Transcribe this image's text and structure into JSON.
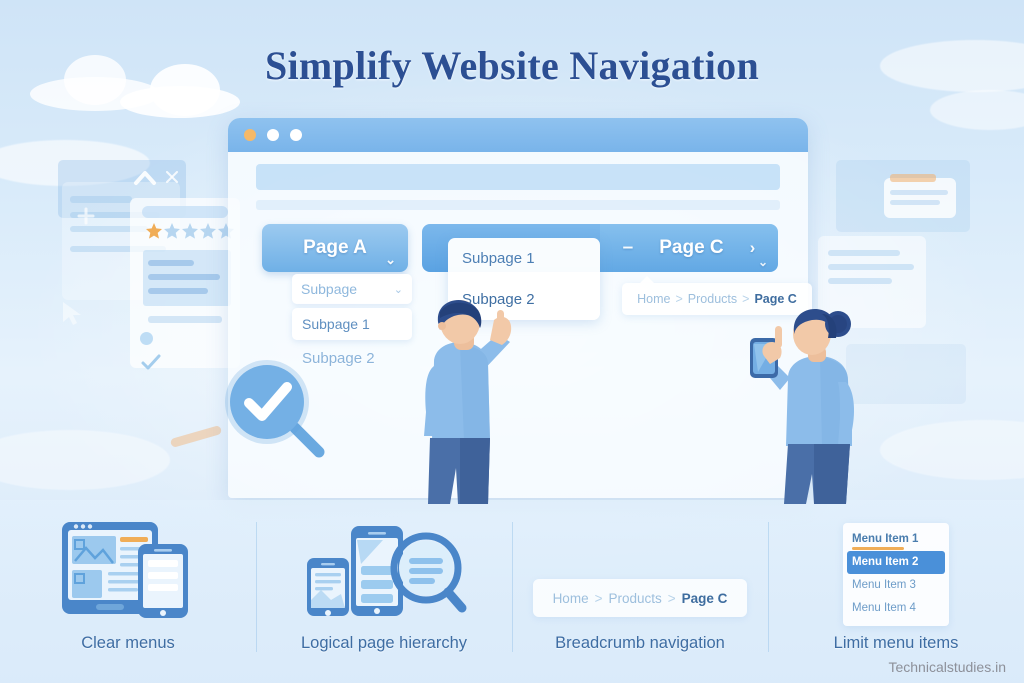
{
  "title": "Simplify Website Navigation",
  "watermark": "Technicalstudies.in",
  "colors": {
    "title_blue": "#2c4f93",
    "accent_blue": "#4a90d9",
    "button_blue": "#6fb0e6",
    "accent_orange": "#f0ad57",
    "sky": "#d9ebfa",
    "label_blue": "#3e6da3"
  },
  "browser": {
    "dots": [
      "amber",
      "white",
      "white"
    ]
  },
  "navbar": {
    "page_a": {
      "label": "Page A",
      "chevron": "⌄"
    },
    "page_c": {
      "label": "Page C",
      "dash": "–",
      "arrow": "›",
      "chevron": "⌄"
    }
  },
  "dropdown_a": {
    "select_value": "Subpage",
    "select_chevron": "⌄",
    "option_1": "Subpage 1",
    "option_2": "Subpage 2"
  },
  "subpanel": {
    "items": [
      "Subpage 1",
      "Subpage 2"
    ]
  },
  "breadcrumb": {
    "home": "Home",
    "sep": ">",
    "products": "Products",
    "current": "Page C"
  },
  "features": [
    {
      "label": "Clear menus",
      "art": "devices-tablet-phone-icon"
    },
    {
      "label": "Logical page hierarchy",
      "art": "phones-magnifier-icon"
    },
    {
      "label": "Breadcrumb navigation",
      "art": "breadcrumb-chip"
    },
    {
      "label": "Limit menu items",
      "art": "menu-list-card"
    }
  ],
  "menu_card": {
    "items": [
      {
        "label": "Menu Item 1",
        "state": "underlined"
      },
      {
        "label": "Menu Item 2",
        "state": "active"
      },
      {
        "label": "Menu Item 3",
        "state": "normal"
      },
      {
        "label": "Menu Item 4",
        "state": "normal"
      }
    ]
  },
  "card_rating": {
    "filled": 1,
    "total": 5
  }
}
